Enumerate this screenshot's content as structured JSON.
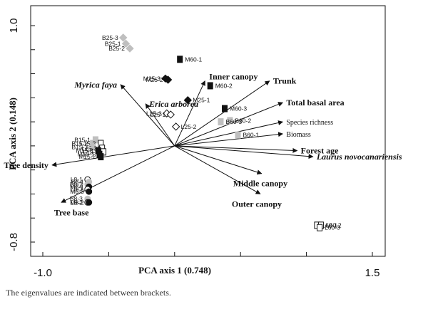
{
  "chart_data": {
    "type": "scatter",
    "xlabel": "PCA axis 1 (0.748)",
    "ylabel": "PCA axis 2 (0.148)",
    "xlim": [
      -1.0,
      1.5
    ],
    "ylim": [
      -0.8,
      1.0
    ],
    "x_tick_labels": [
      "-1.0",
      "1.5"
    ],
    "y_tick_labels": [
      "1.0",
      "-0.8"
    ],
    "grid": false,
    "vectors": [
      {
        "name": "Trunk",
        "x": 0.72,
        "y": 0.54,
        "style": "bold"
      },
      {
        "name": "Inner canopy",
        "x": 0.23,
        "y": 0.54,
        "style": "bold"
      },
      {
        "name": "Myrica faya",
        "x": -0.41,
        "y": 0.51,
        "style": "bold-italic"
      },
      {
        "name": "Erica arborea",
        "x": -0.22,
        "y": 0.35,
        "style": "bold-italic"
      },
      {
        "name": "Total basal area",
        "x": 0.82,
        "y": 0.36,
        "style": "bold"
      },
      {
        "name": "Species richness",
        "x": 0.82,
        "y": 0.2,
        "style": "normal"
      },
      {
        "name": "Biomass",
        "x": 0.82,
        "y": 0.1,
        "style": "normal"
      },
      {
        "name": "Forest age",
        "x": 0.93,
        "y": -0.04,
        "style": "bold"
      },
      {
        "name": "Laurus novocanariensis",
        "x": 1.05,
        "y": -0.09,
        "style": "bold-italic"
      },
      {
        "name": "Middle canopy",
        "x": 0.66,
        "y": -0.23,
        "style": "bold"
      },
      {
        "name": "Outer canopy",
        "x": 0.65,
        "y": -0.4,
        "style": "bold"
      },
      {
        "name": "Tree density",
        "x": -0.93,
        "y": -0.16,
        "style": "bold"
      },
      {
        "name": "Tree base",
        "x": -0.86,
        "y": -0.47,
        "style": "bold"
      }
    ],
    "sites": [
      {
        "label": "B25-3",
        "x": -0.39,
        "y": 0.9,
        "marker": "diamond",
        "color": "#bfbfbf"
      },
      {
        "label": "B25-1",
        "x": -0.37,
        "y": 0.85,
        "marker": "diamond",
        "color": "#bfbfbf"
      },
      {
        "label": "B25-2",
        "x": -0.34,
        "y": 0.81,
        "marker": "diamond",
        "color": "#bfbfbf"
      },
      {
        "label": "M60-1",
        "x": 0.04,
        "y": 0.72,
        "marker": "square",
        "color": "#111111"
      },
      {
        "label": "M25-3",
        "x": -0.07,
        "y": 0.56,
        "marker": "diamond",
        "color": "#111111"
      },
      {
        "label": "M25-2",
        "x": -0.05,
        "y": 0.55,
        "marker": "diamond",
        "color": "#111111"
      },
      {
        "label": "M60-2",
        "x": 0.27,
        "y": 0.5,
        "marker": "square",
        "color": "#111111"
      },
      {
        "label": "M25-1",
        "x": 0.1,
        "y": 0.38,
        "marker": "diamond",
        "color": "#111111"
      },
      {
        "label": "L25-3",
        "x": -0.06,
        "y": 0.27,
        "marker": "diamond",
        "color": "#ffffff"
      },
      {
        "label": "L25-1",
        "x": -0.03,
        "y": 0.26,
        "marker": "diamond",
        "color": "#ffffff"
      },
      {
        "label": "L25-2",
        "x": 0.01,
        "y": 0.16,
        "marker": "diamond",
        "color": "#ffffff"
      },
      {
        "label": "M60-3",
        "x": 0.38,
        "y": 0.31,
        "marker": "square",
        "color": "#111111"
      },
      {
        "label": "B60-2",
        "x": 0.42,
        "y": 0.21,
        "marker": "square",
        "color": "#bfbfbf"
      },
      {
        "label": "B60-3",
        "x": 0.35,
        "y": 0.2,
        "marker": "square",
        "color": "#bfbfbf"
      },
      {
        "label": "B60-1",
        "x": 0.48,
        "y": 0.09,
        "marker": "square",
        "color": "#bfbfbf"
      },
      {
        "label": "B15-1",
        "x": -0.6,
        "y": 0.05,
        "marker": "square",
        "color": "#bfbfbf"
      },
      {
        "label": "B15-2",
        "x": -0.62,
        "y": 0.02,
        "marker": "square",
        "color": "#bfbfbf"
      },
      {
        "label": "L15-2",
        "x": -0.56,
        "y": 0.02,
        "marker": "square",
        "color": "#ffffff"
      },
      {
        "label": "B15-3",
        "x": -0.62,
        "y": -0.01,
        "marker": "square",
        "color": "#bfbfbf"
      },
      {
        "label": "L15-3",
        "x": -0.55,
        "y": -0.02,
        "marker": "square",
        "color": "#ffffff"
      },
      {
        "label": "M15-3",
        "x": -0.58,
        "y": -0.04,
        "marker": "square",
        "color": "#111111"
      },
      {
        "label": "L15-1",
        "x": -0.54,
        "y": -0.05,
        "marker": "square",
        "color": "#ffffff"
      },
      {
        "label": "M15-1",
        "x": -0.57,
        "y": -0.07,
        "marker": "square",
        "color": "#111111"
      },
      {
        "label": "M15-2",
        "x": -0.56,
        "y": -0.09,
        "marker": "square",
        "color": "#111111"
      },
      {
        "label": "L8-1",
        "x": -0.66,
        "y": -0.28,
        "marker": "circle",
        "color": "#ffffff"
      },
      {
        "label": "B8-1",
        "x": -0.65,
        "y": -0.3,
        "marker": "circle",
        "color": "#bfbfbf"
      },
      {
        "label": "B8-2",
        "x": -0.66,
        "y": -0.32,
        "marker": "circle",
        "color": "#bfbfbf"
      },
      {
        "label": "M8-1",
        "x": -0.65,
        "y": -0.34,
        "marker": "circle",
        "color": "#111111"
      },
      {
        "label": "L8-3",
        "x": -0.66,
        "y": -0.36,
        "marker": "circle",
        "color": "#ffffff"
      },
      {
        "label": "M8-3",
        "x": -0.65,
        "y": -0.38,
        "marker": "circle",
        "color": "#111111"
      },
      {
        "label": "B8-3",
        "x": -0.66,
        "y": -0.44,
        "marker": "circle",
        "color": "#bfbfbf"
      },
      {
        "label": "L8-2",
        "x": -0.66,
        "y": -0.47,
        "marker": "circle",
        "color": "#ffffff"
      },
      {
        "label": "M8-2",
        "x": -0.65,
        "y": -0.47,
        "marker": "circle",
        "color": "#111111"
      },
      {
        "label": "L60-1",
        "x": 1.08,
        "y": -0.66,
        "marker": "square",
        "color": "#ffffff"
      },
      {
        "label": "L60-2",
        "x": 1.11,
        "y": -0.66,
        "marker": "square",
        "color": "#ffffff"
      },
      {
        "label": "L60-3",
        "x": 1.1,
        "y": -0.68,
        "marker": "square",
        "color": "#ffffff"
      }
    ]
  },
  "caption": "The eigenvalues are indicated between brackets."
}
